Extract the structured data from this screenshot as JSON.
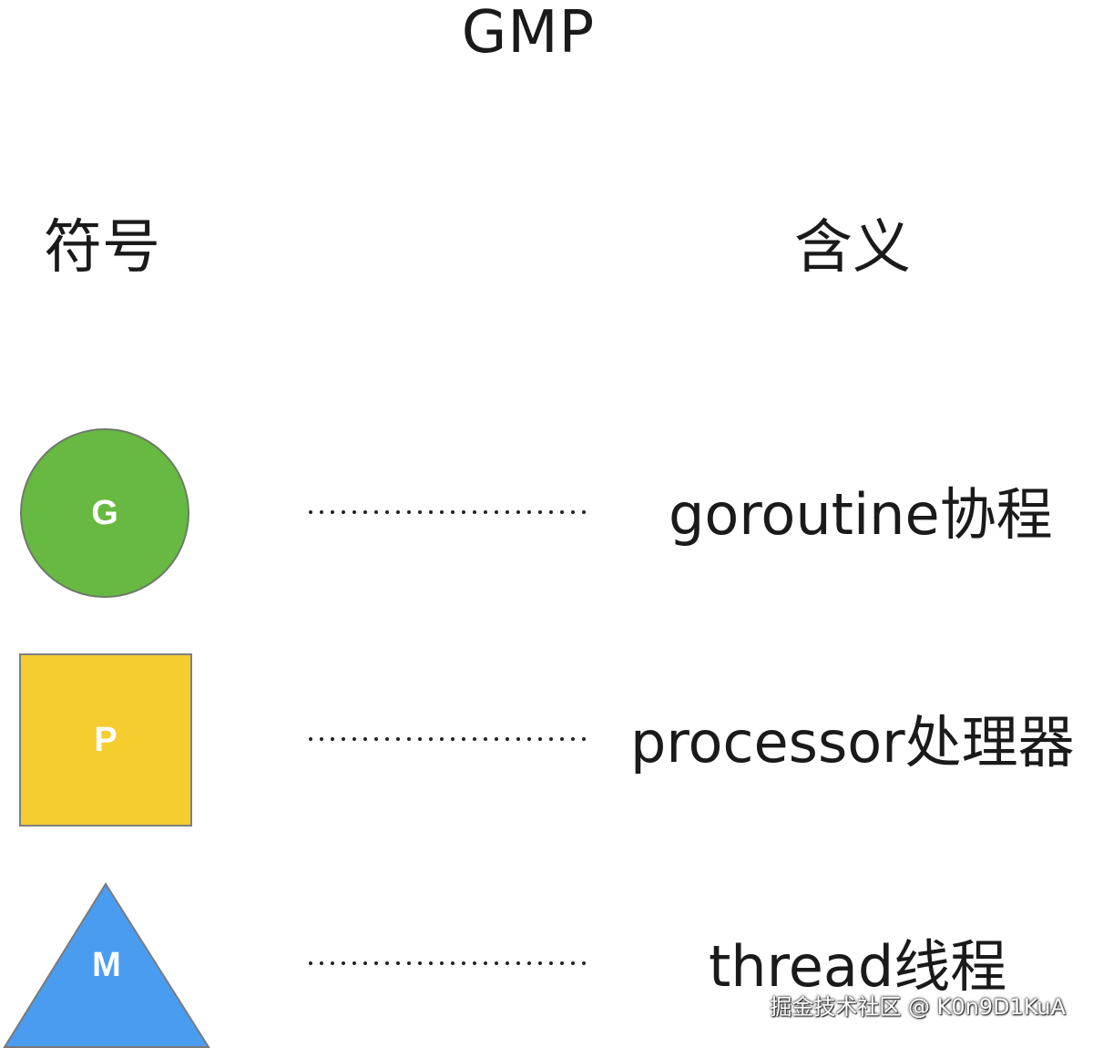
{
  "title": "GMP",
  "headers": {
    "symbol": "符号",
    "meaning": "含义"
  },
  "rows": [
    {
      "shape": "circle",
      "letter": "G",
      "meaning": "goroutine协程",
      "color": "#67b942"
    },
    {
      "shape": "square",
      "letter": "P",
      "meaning": "processor处理器",
      "color": "#f5cd2e"
    },
    {
      "shape": "triangle",
      "letter": "M",
      "meaning": "thread线程",
      "color": "#4a9cf0"
    }
  ],
  "watermark": "掘金技术社区 @ K0n9D1KuA"
}
